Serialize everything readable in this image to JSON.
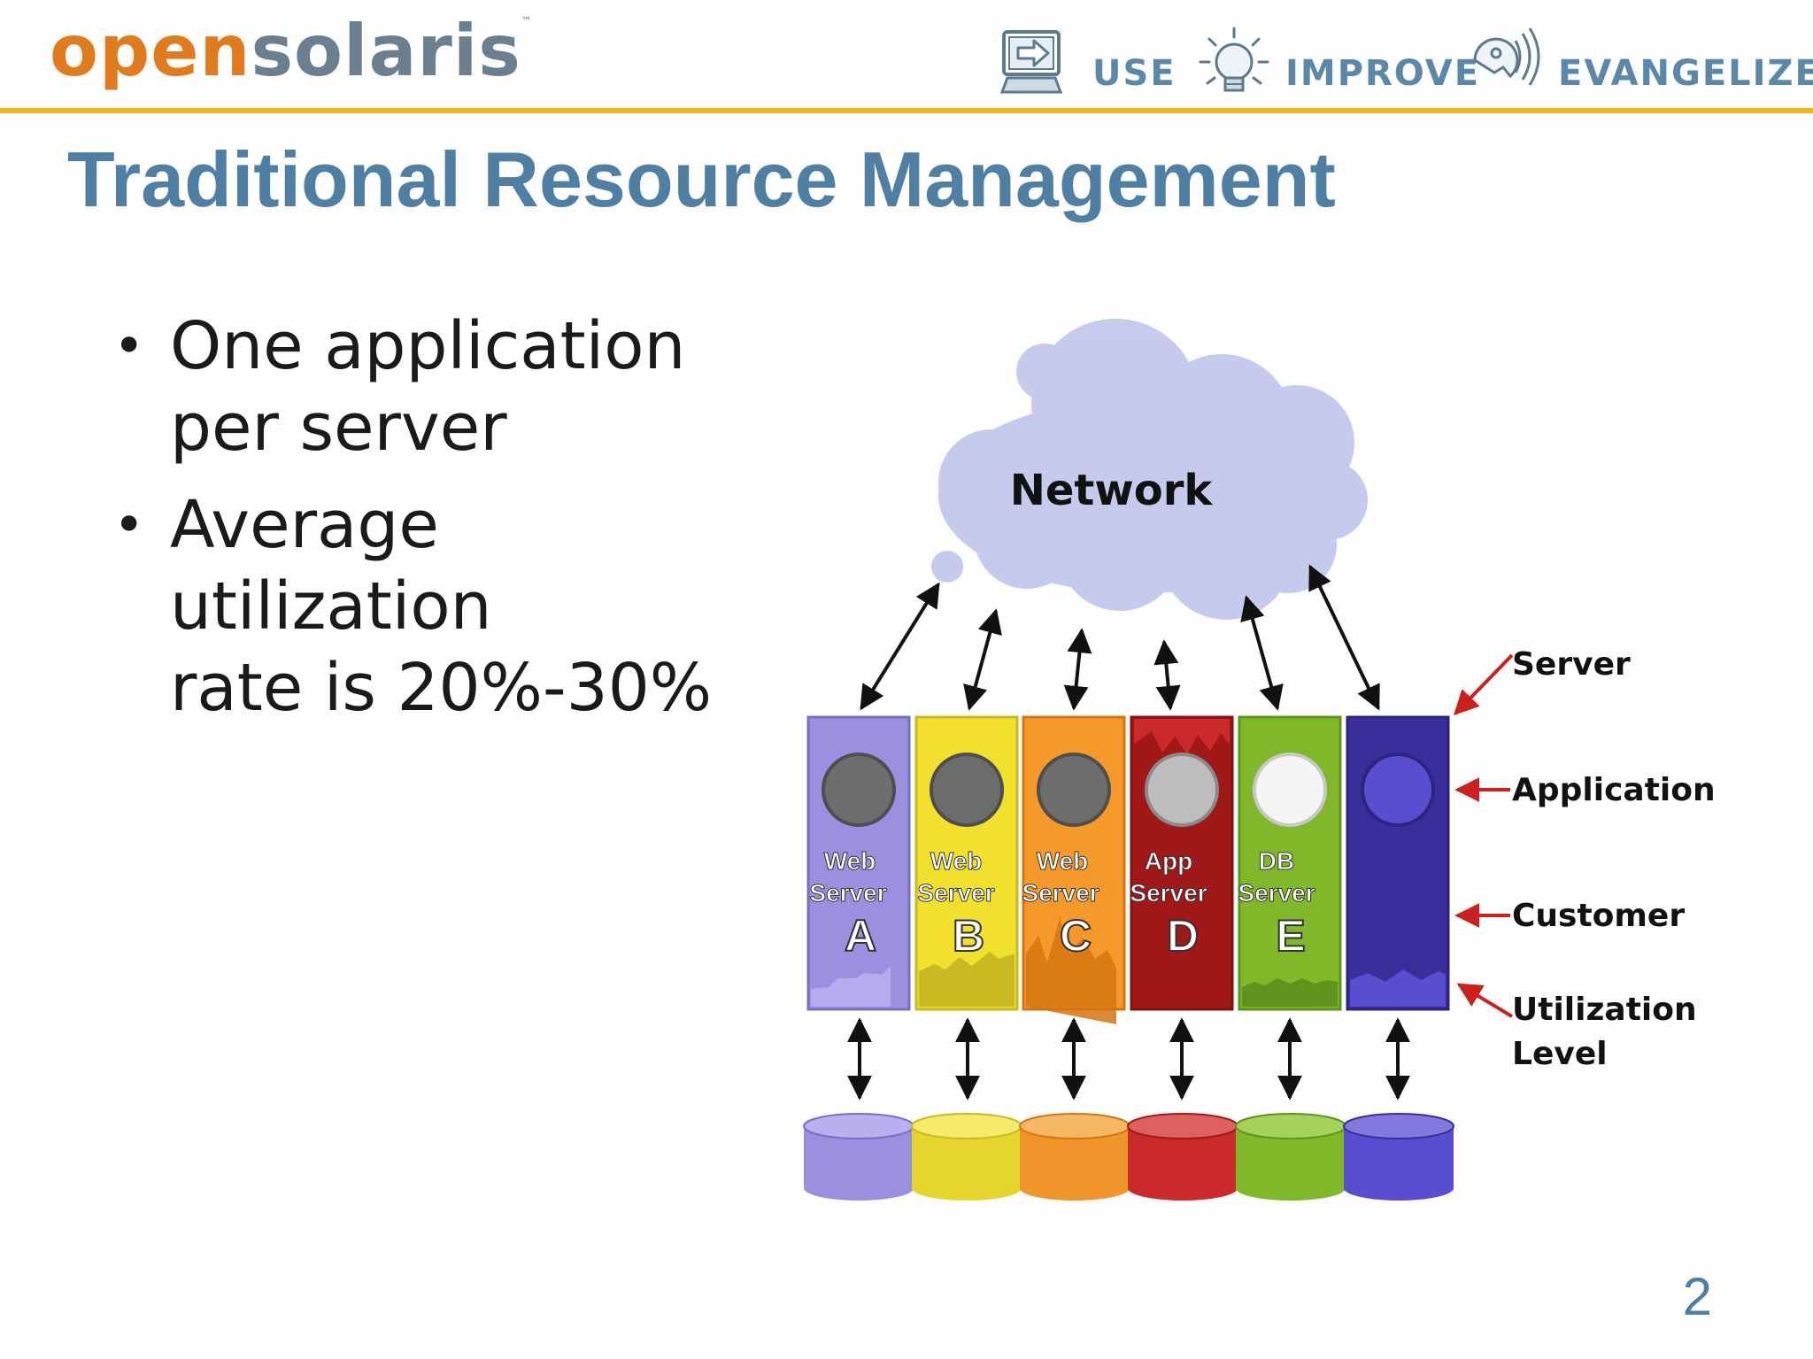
{
  "header": {
    "logo_open": "open",
    "logo_solaris": "solaris",
    "logo_tm": "™",
    "nav": [
      {
        "label": "USE",
        "icon": "monitor-arrow-icon"
      },
      {
        "label": "IMPROVE",
        "icon": "lightbulb-icon"
      },
      {
        "label": "EVANGELIZE",
        "icon": "broadcast-head-icon"
      }
    ],
    "rule_color": "#f2b51f"
  },
  "slide": {
    "title": "Traditional Resource Management",
    "bullets": [
      {
        "line1": "One application",
        "line2": "per server"
      },
      {
        "line1": "Average utilization",
        "line2": "rate is 20%-30%"
      }
    ],
    "page_number": "2"
  },
  "diagram": {
    "cloud_label": "Network",
    "servers": [
      {
        "name_line1": "Web",
        "name_line2": "Server",
        "letter": "A",
        "color": "#9b8fe0",
        "dark": "#7a6dc4",
        "app_color": "#6d6d6d"
      },
      {
        "name_line1": "Web",
        "name_line2": "Server",
        "letter": "B",
        "color": "#f1e02c",
        "dark": "#c9b922",
        "app_color": "#6d6d6d"
      },
      {
        "name_line1": "Web",
        "name_line2": "Server",
        "letter": "C",
        "color": "#f59a2a",
        "dark": "#d57510",
        "app_color": "#6d6d6d"
      },
      {
        "name_line1": "App",
        "name_line2": "Server",
        "letter": "D",
        "color": "#cc2a2a",
        "dark": "#a01818",
        "app_color": "#bdbdbd"
      },
      {
        "name_line1": "DB",
        "name_line2": "Server",
        "letter": "E",
        "color": "#80b82a",
        "dark": "#5f941c",
        "app_color": "#f4f4f4"
      },
      {
        "name_line1": "",
        "name_line2": "",
        "letter": "",
        "color": "#4b3fb8",
        "dark": "#3a2e9a",
        "app_color": "#5a4ed0"
      }
    ],
    "legend": [
      {
        "line1": "Server",
        "line2": ""
      },
      {
        "line1": "Application",
        "line2": ""
      },
      {
        "line1": "Customer",
        "line2": ""
      },
      {
        "line1": "Utilization",
        "line2": "Level"
      }
    ],
    "arrow_color": "#cc1f1f"
  }
}
